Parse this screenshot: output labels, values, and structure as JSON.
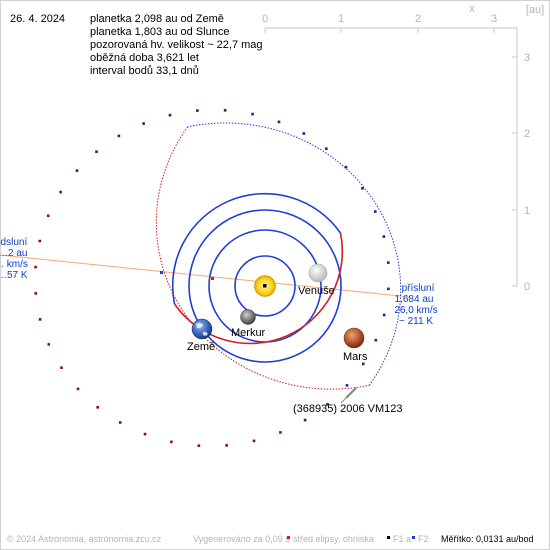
{
  "header": {
    "date": "26. 4. 2024",
    "info_lines": [
      "planetka 2,098 au od Země",
      "planetka 1,803 au od Slunce",
      "pozorovaná hv. velikost ~ 22,7 mag",
      "oběžná doba 3,621 let",
      "interval bodů 33,1 dnů"
    ]
  },
  "axes": {
    "x_ticks": [
      "0",
      "1",
      "2",
      "3"
    ],
    "y_ticks": [
      "3",
      "2",
      "1",
      "0"
    ],
    "x_label": "x",
    "unit_label": "[au]"
  },
  "bodies": {
    "venus": "Venuše",
    "mercury": "Merkur",
    "earth": "Země",
    "mars": "Mars",
    "asteroid": "(368935) 2006 VM123"
  },
  "perihelion": {
    "title": "přísluní",
    "distance": "1,684 au",
    "speed": "26,0 km/s",
    "temp": "~ 211 K"
  },
  "aphelion": {
    "title": "odsluní",
    "distance": "…2 au",
    "speed": "… km/s",
    "temp": "…57 K"
  },
  "footer": {
    "copyright": "© 2024 Astronomia, astronomia.zcu.cz",
    "generated": "Vygenerováno za 0,09 s",
    "legend_center": "střed elipsy, ohniska",
    "legend_f1": "F1 a",
    "legend_f2": "F2",
    "scale": "Měřítko: 0,0131 au/bod"
  },
  "colors": {
    "orbit_blue": "#1f3fd6",
    "orbit_red": "#d21e1e",
    "axis_grey": "#c8c8c8",
    "apsides_line": "#f4a878"
  }
}
